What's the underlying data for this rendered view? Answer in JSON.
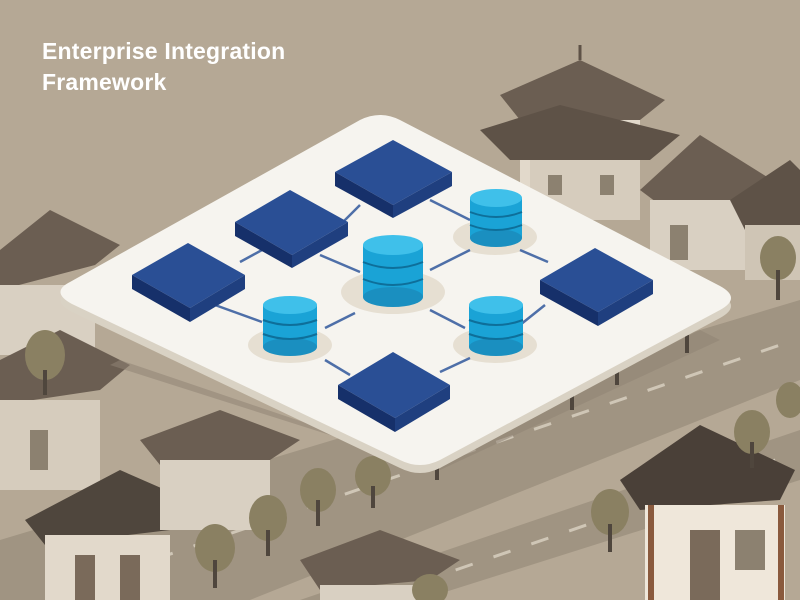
{
  "title": {
    "line1": "Enterprise Integration",
    "line2": "Framework"
  },
  "colors": {
    "background": "#b5a895",
    "road": "#9d917f",
    "platform": "#f6f4ef",
    "platform_shadow": "#d9d2c4",
    "service_block": "#1f3f7f",
    "database": "#1aa3d6",
    "connector": "#4e6fa8",
    "roof": "#6b5e52",
    "wall": "#d9d0c2",
    "tree_canopy": "#8a8062",
    "text": "#ffffff"
  },
  "diagram": {
    "service_blocks": 5,
    "databases": 4,
    "icons": [
      "service-block-icon",
      "database-icon"
    ]
  }
}
